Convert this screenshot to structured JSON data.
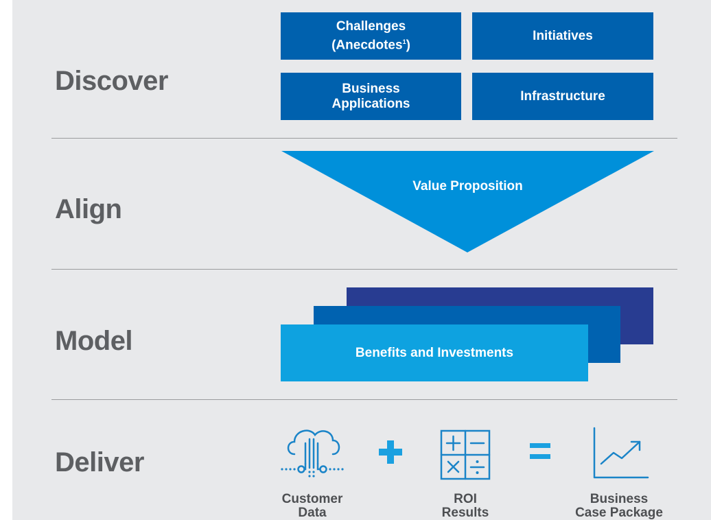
{
  "stages": {
    "discover": "Discover",
    "align": "Align",
    "model": "Model",
    "deliver": "Deliver"
  },
  "discover_boxes": {
    "challenges_line1": "Challenges",
    "challenges_line2": "(Anecdotes",
    "challenges_sup": "1",
    "challenges_close": ")",
    "initiatives": "Initiatives",
    "business_line1": "Business",
    "business_line2": "Applications",
    "infrastructure": "Infrastructure"
  },
  "align_triangle": {
    "label": "Value Proposition"
  },
  "model_stack": {
    "label": "Benefits and Investments"
  },
  "deliver_row": {
    "customer_line1": "Customer",
    "customer_line2": "Data",
    "roi_line1": "ROI",
    "roi_line2": "Results",
    "package_line1": "Business",
    "package_line2": "Case Package"
  },
  "colors": {
    "background": "#e8e9eb",
    "stage_text": "#5d5f62",
    "box_blue": "#0061ae",
    "triangle_blue": "#0090da",
    "stack_back": "#283c91",
    "stack_mid": "#0062b0",
    "stack_front": "#0ea2e0",
    "operator": "#1aa0e0"
  },
  "icons": [
    "cloud-data-icon",
    "plus-icon",
    "calculator-icon",
    "equals-icon",
    "growth-chart-icon"
  ]
}
